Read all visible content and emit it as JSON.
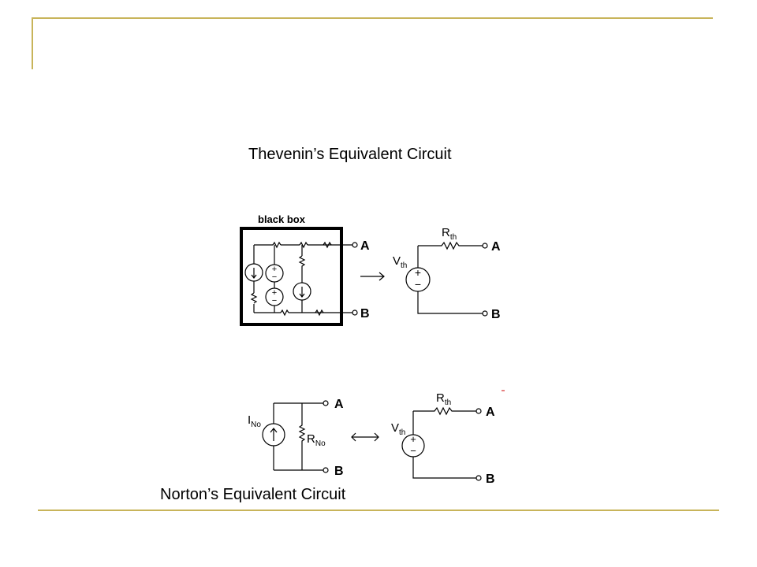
{
  "slide": {
    "top_caption": "Thevenin’s Equivalent Circuit",
    "bottom_caption": "Norton’s Equivalent Circuit",
    "accent_color": "#c8b45a"
  },
  "thevenin_figure": {
    "box_label": "black box",
    "terminal_a": "A",
    "terminal_b": "B",
    "thevenin_a": "A",
    "thevenin_b": "B",
    "vth_main": "V",
    "vth_sub": "th",
    "rth_main": "R",
    "rth_sub": "th"
  },
  "norton_figure": {
    "ino_main": "I",
    "ino_sub": "No",
    "rno_main": "R",
    "rno_sub": "No",
    "terminal_a": "A",
    "terminal_b": "B",
    "vth_main": "V",
    "vth_sub": "th",
    "rth_main": "R",
    "rth_sub": "th",
    "thevenin_a": "A",
    "thevenin_b": "B"
  }
}
